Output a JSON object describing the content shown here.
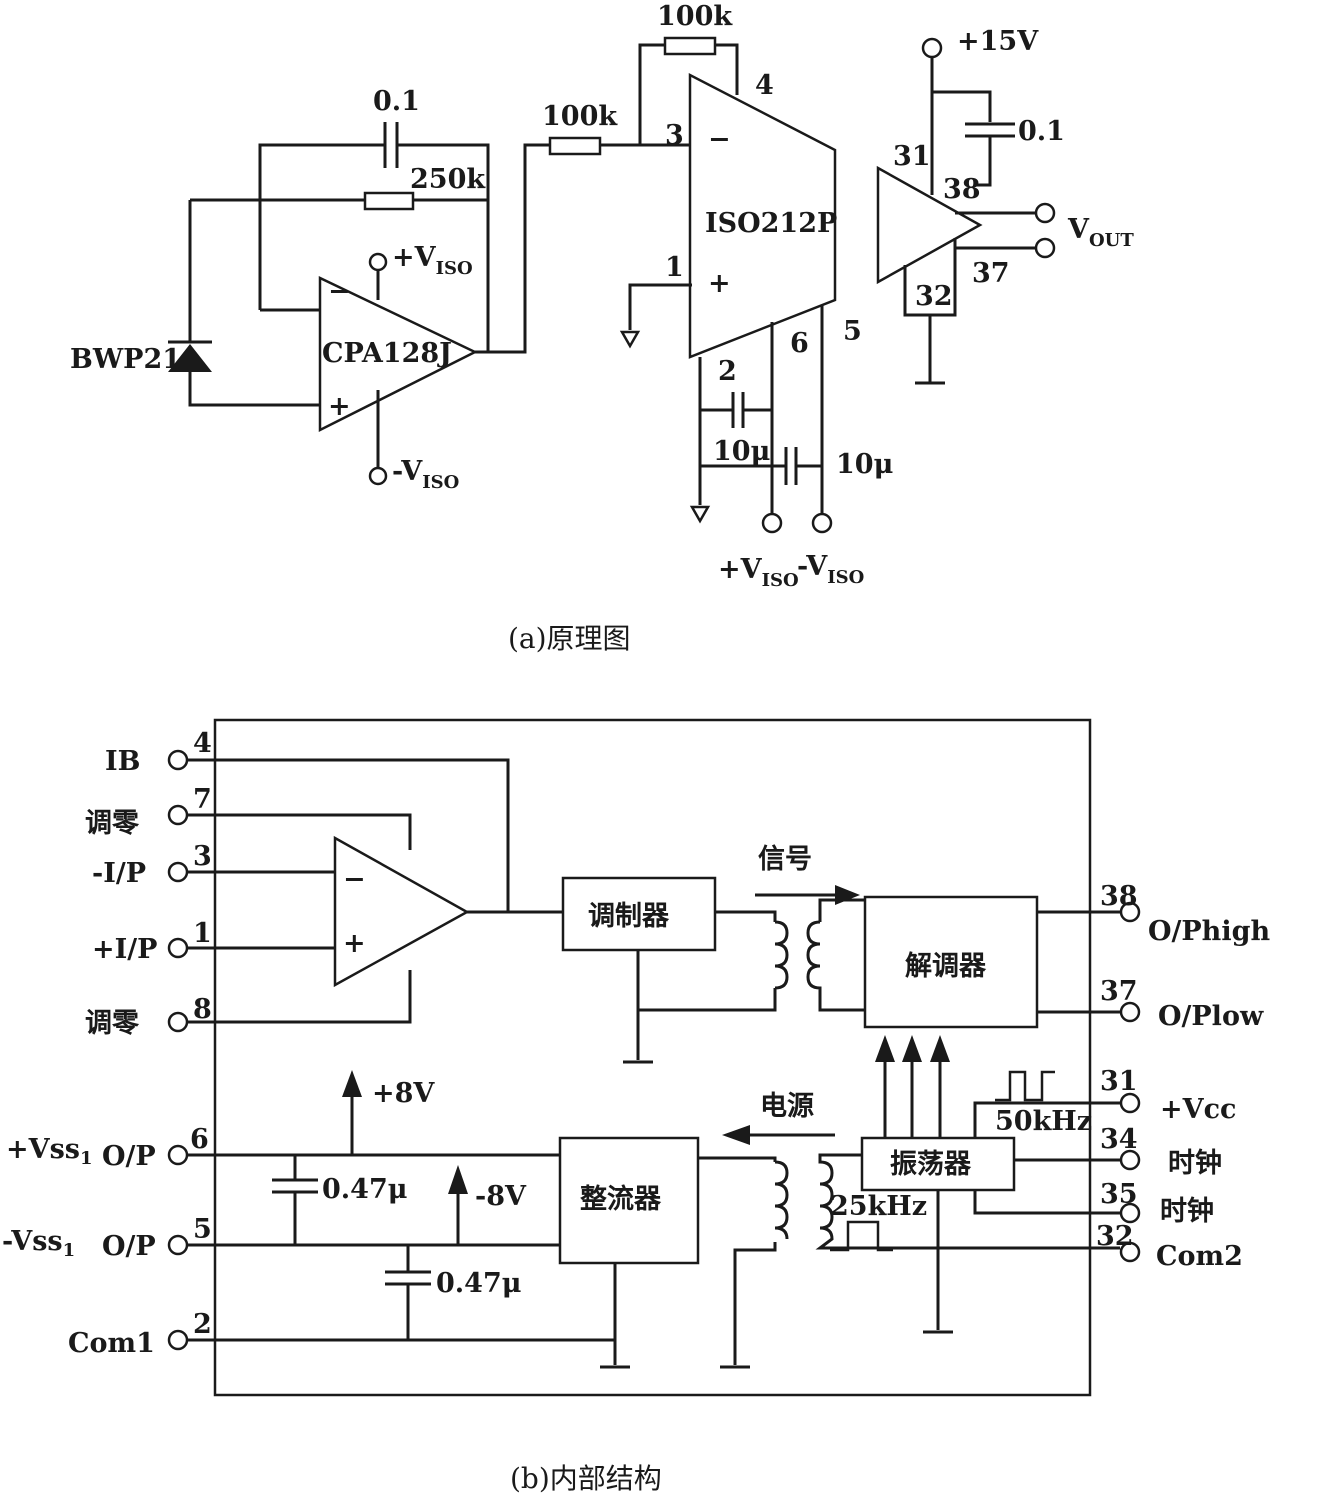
{
  "schematic": {
    "components": {
      "cap_feedback": "0.1",
      "res_feedback": "250k",
      "diode": "BWP21",
      "opamp": "CPA128J",
      "vplus": "+V",
      "vminus": "-V",
      "iso_sub": "ISO",
      "res_in": "100k",
      "res_fb": "100k",
      "iso_amp": "ISO212P",
      "cap_supply": "0.1",
      "vcc": "+15V",
      "vout": "V",
      "vout_sub": "OUT",
      "cap_a": "10μ",
      "cap_b": "10μ",
      "minus_sign": "−",
      "plus_sign": "+"
    },
    "pins": {
      "p1": "1",
      "p2": "2",
      "p3": "3",
      "p4": "4",
      "p5": "5",
      "p6": "6",
      "p31": "31",
      "p32": "32",
      "p37": "37",
      "p38": "38"
    },
    "caption": "(a)原理图"
  },
  "internal": {
    "left_terminals": [
      {
        "label": "IB",
        "pin": "4"
      },
      {
        "label": "调零",
        "pin": "7"
      },
      {
        "label": "-I/P",
        "pin": "3"
      },
      {
        "label": "+I/P",
        "pin": "1"
      },
      {
        "label": "调零",
        "pin": "8"
      },
      {
        "label": "+Vss",
        "sub": "1",
        "suffix": "O/P",
        "pin": "6"
      },
      {
        "label": "-Vss",
        "sub": "1",
        "suffix": "O/P",
        "pin": "5"
      },
      {
        "label": "Com1",
        "pin": "2"
      }
    ],
    "right_terminals": [
      {
        "label": "O/Phigh",
        "pin": "38"
      },
      {
        "label": "O/Plow",
        "pin": "37"
      },
      {
        "label": "+Vcc",
        "pin": "31"
      },
      {
        "label": "时钟",
        "pin": "34"
      },
      {
        "label": "时钟",
        "pin": "35"
      },
      {
        "label": "Com2",
        "pin": "32"
      }
    ],
    "blocks": {
      "modulator": "调制器",
      "demodulator": "解调器",
      "rectifier": "整流器",
      "oscillator": "振荡器"
    },
    "labels": {
      "signal": "信号",
      "power": "电源",
      "plus8v": "+8V",
      "minus8v": "-8V",
      "cap1": "0.47μ",
      "cap2": "0.47μ",
      "freq50": "50kHz",
      "freq25": "25kHz",
      "minus_sign": "−",
      "plus_sign": "+"
    },
    "caption": "(b)内部结构"
  }
}
